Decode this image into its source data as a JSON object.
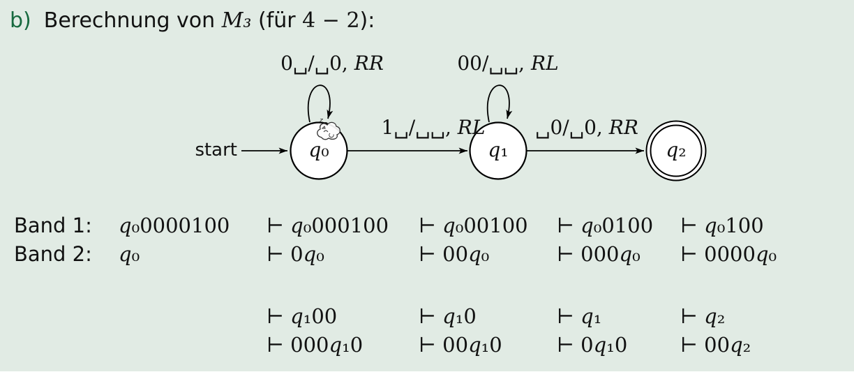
{
  "colors": {
    "slide_background": "#e1ebe4",
    "heading_accent": "#17693f",
    "ink": "#111111"
  },
  "title": {
    "item_label": "b)",
    "text_before_machine": "Berechnung von ",
    "machine_name": "M₃",
    "text_after_machine": " (für ",
    "expression": "4 − 2",
    "text_end": "):"
  },
  "diagram": {
    "start_label": "start",
    "states": [
      {
        "label": "q₀",
        "accepting": false
      },
      {
        "label": "q₁",
        "accepting": false
      },
      {
        "label": "q₂",
        "accepting": true
      }
    ],
    "transitions": [
      {
        "from": "q₀",
        "to": "q₀",
        "type": "self-loop",
        "label": "0␣/␣0, RR"
      },
      {
        "from": "q₀",
        "to": "q₁",
        "type": "edge",
        "label": "1␣/␣␣, RL"
      },
      {
        "from": "q₁",
        "to": "q₁",
        "type": "self-loop",
        "label": "00/␣␣, RL"
      },
      {
        "from": "q₁",
        "to": "q₂",
        "type": "edge",
        "label": "␣0/␣0, RR"
      }
    ]
  },
  "trace": {
    "row_labels": [
      "Band 1:",
      "Band 2:"
    ],
    "part1": {
      "band1": [
        "q₀0000100",
        "⊢ q₀000100",
        "⊢ q₀00100",
        "⊢ q₀0100",
        "⊢ q₀100"
      ],
      "band2": [
        "q₀",
        "⊢ 0q₀",
        "⊢ 00q₀",
        "⊢ 000q₀",
        "⊢ 0000q₀"
      ]
    },
    "part2": {
      "band1": [
        "⊢ q₁00",
        "⊢ q₁0",
        "⊢ q₁",
        "⊢ q₂"
      ],
      "band2": [
        "⊢ 000q₁0",
        "⊢ 00q₁0",
        "⊢ 0q₁0",
        "⊢ 00q₂"
      ]
    }
  }
}
